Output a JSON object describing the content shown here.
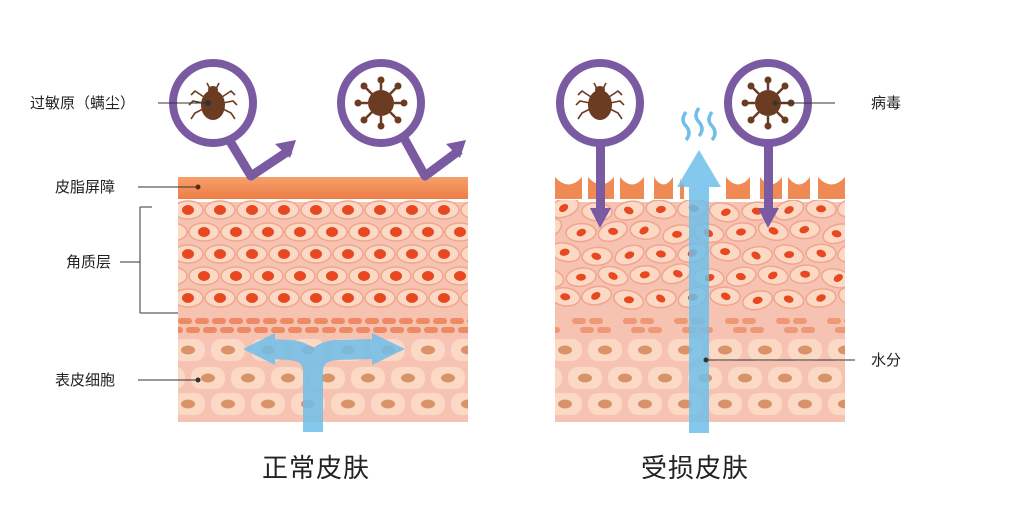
{
  "labels": {
    "allergen": "过敏原（螨尘）",
    "virus": "病毒",
    "barrier": "皮脂屏障",
    "stratum_corneum": "角质层",
    "epidermal_cells": "表皮细胞",
    "moisture": "水分"
  },
  "captions": {
    "normal": "正常皮肤",
    "damaged": "受损皮肤"
  },
  "icons": [
    "dust-mite-icon",
    "virus-icon"
  ],
  "colors": {
    "ring": "#7a5aa1",
    "barrier": "#f08a55",
    "skin_bg": "#f6c3b2",
    "cell": "#fbd9c5",
    "nucleus": "#e8481f",
    "lower_nucleus": "#d9936a",
    "water": "#6fbfea",
    "pathogen": "#6b3b22"
  }
}
